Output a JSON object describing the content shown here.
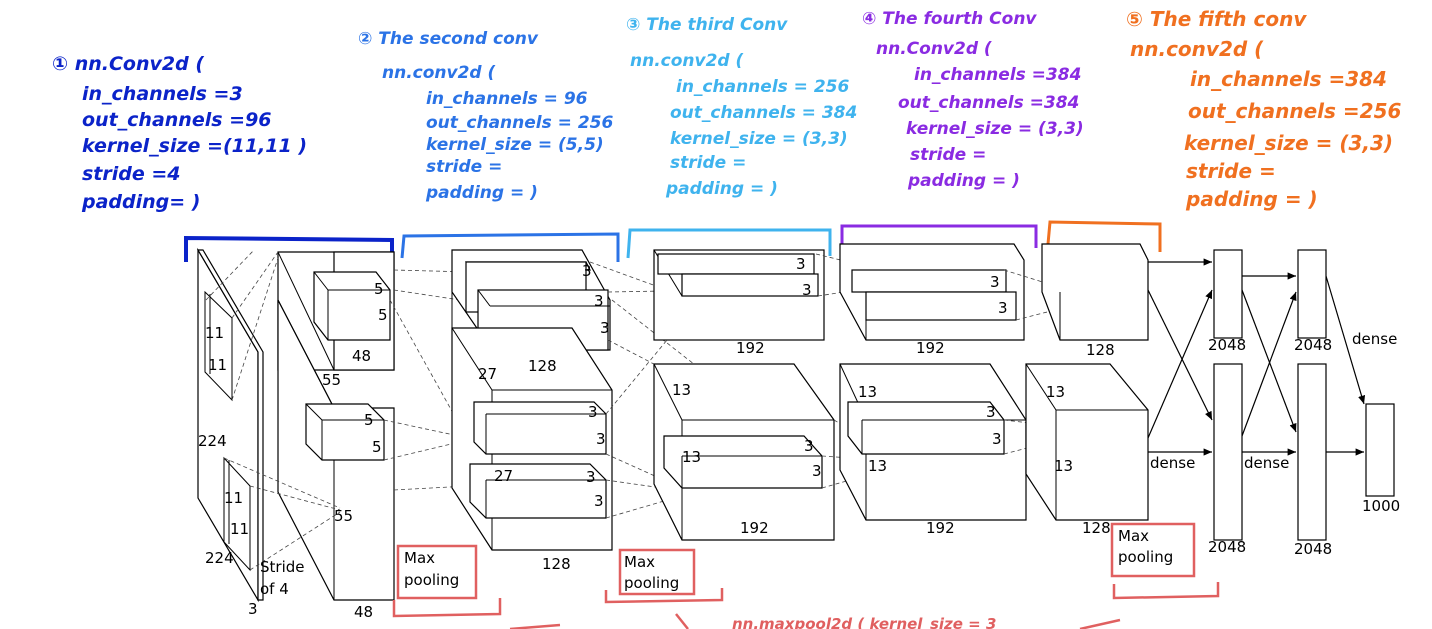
{
  "colors": {
    "conv1": "#0b23c9",
    "conv2": "#2b73e6",
    "conv3": "#3fb3ee",
    "conv4": "#8a2be2",
    "conv5": "#f07020",
    "pool": "#e06060"
  },
  "notes": {
    "conv1": [
      "① nn.Conv2d (",
      "in_channels =3",
      "out_channels =96",
      "kernel_size =(11,11 )",
      "stride =4",
      "padding=  )"
    ],
    "conv2": [
      "② The second conv",
      "nn.conv2d (",
      "in_channels = 96",
      "out_channels = 256",
      "kernel_size = (5,5)",
      "stride =",
      "padding =      )"
    ],
    "conv3": [
      "③ The third Conv",
      "nn.conv2d (",
      "in_channels = 256",
      "out_channels = 384",
      "kernel_size = (3,3)",
      "stride =",
      "padding =        )"
    ],
    "conv4": [
      "④ The fourth Conv",
      "nn.Conv2d (",
      "in_channels =384",
      "out_channels =384",
      "kernel_size = (3,3)",
      "stride =",
      "padding =      )"
    ],
    "conv5": [
      "⑤ The fifth conv",
      "nn.conv2d (",
      "in_channels =384",
      "out_channels =256",
      "kernel_size = (3,3)",
      "stride =",
      "padding =      )"
    ],
    "bottom": "nn.maxpool2d ( kernel_size = 3"
  },
  "labels": {
    "in_11a": "11",
    "in_11b": "11",
    "in_224": "224",
    "in_11c": "11",
    "in_11d": "11",
    "in_224b": "224",
    "in_3": "3",
    "stride": "Stride",
    "stride2": "of 4",
    "l1_55a": "55",
    "l1_55b": "55",
    "l1_5a": "5",
    "l1_5b": "5",
    "l1_5c": "5",
    "l1_5d": "5",
    "l1_48a": "48",
    "l1_48b": "48",
    "l2_3a": "3",
    "l2_3b": "3",
    "l2_3c": "3",
    "l2_128a": "128",
    "l2_27a": "27",
    "l2_3d": "3",
    "l2_3e": "3",
    "l2_27b": "27",
    "l2_3f": "3",
    "l2_3g": "3",
    "l2_128b": "128",
    "l3_3a": "3",
    "l3_3b": "3",
    "l3_192a": "192",
    "l3_13a": "13",
    "l3_13b": "13",
    "l3_3c": "3",
    "l3_3d": "3",
    "l3_192b": "192",
    "l4_3a": "3",
    "l4_3b": "3",
    "l4_192a": "192",
    "l4_13a": "13",
    "l4_13b": "13",
    "l4_3c": "3",
    "l4_3d": "3",
    "l4_192b": "192",
    "l5_128a": "128",
    "l5_13a": "13",
    "l5_13b": "13",
    "l5_128b": "128",
    "fc_2048a": "2048",
    "fc_2048b": "2048",
    "fc_2048c": "2048",
    "fc_2048d": "2048",
    "dense1": "dense",
    "dense2": "dense",
    "dense3": "dense",
    "out_1000": "1000",
    "pool1a": "Max",
    "pool1b": "pooling",
    "pool2a": "Max",
    "pool2b": "pooling",
    "pool3a": "Max",
    "pool3b": "pooling"
  }
}
